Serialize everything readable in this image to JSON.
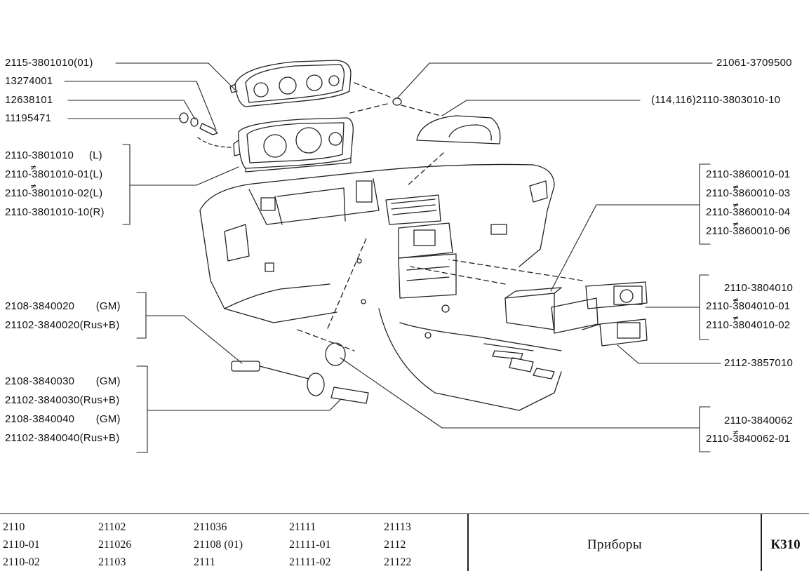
{
  "labels": {
    "l1": "2115-3801010(01)",
    "l2": "13274001",
    "l3": "12638101",
    "l4": "11195471",
    "l5a": "2110-3801010     (L)",
    "l5b": "2110-3801010-01(L)",
    "l5c": "2110-3801010-02(L)",
    "l5d": "2110-3801010-10(R)",
    "l6a": "2108-3840020       (GM)",
    "l6b": "21102-3840020(Rus+B)",
    "l7a": "2108-3840030       (GM)",
    "l7b": "21102-3840030(Rus+B)",
    "l7c": "2108-3840040       (GM)",
    "l7d": "21102-3840040(Rus+B)",
    "r1": "21061-3709500",
    "r2": "(114,116)2110-3803010-10",
    "r3a": "2110-3860010-01",
    "r3b": "2110-3860010-03",
    "r3c": "2110-3860010-04",
    "r3d": "2110-3860010-06",
    "r4a": "2110-3804010",
    "r4b": "2110-3804010-01",
    "r4c": "2110-3804010-02",
    "r5": "2112-3857010",
    "r6a": "2110-3840062",
    "r6b": "2110-3840062-01",
    "neq": "≠"
  },
  "footer": {
    "models": [
      [
        "2110",
        "21102",
        "211036",
        "21111",
        "21113"
      ],
      [
        "2110-01",
        "211026",
        "21108 (01)",
        "21111-01",
        "2112"
      ],
      [
        "2110-02",
        "21103",
        "2111",
        "21111-02",
        "21122"
      ]
    ],
    "title": "Приборы",
    "code": "К310"
  }
}
